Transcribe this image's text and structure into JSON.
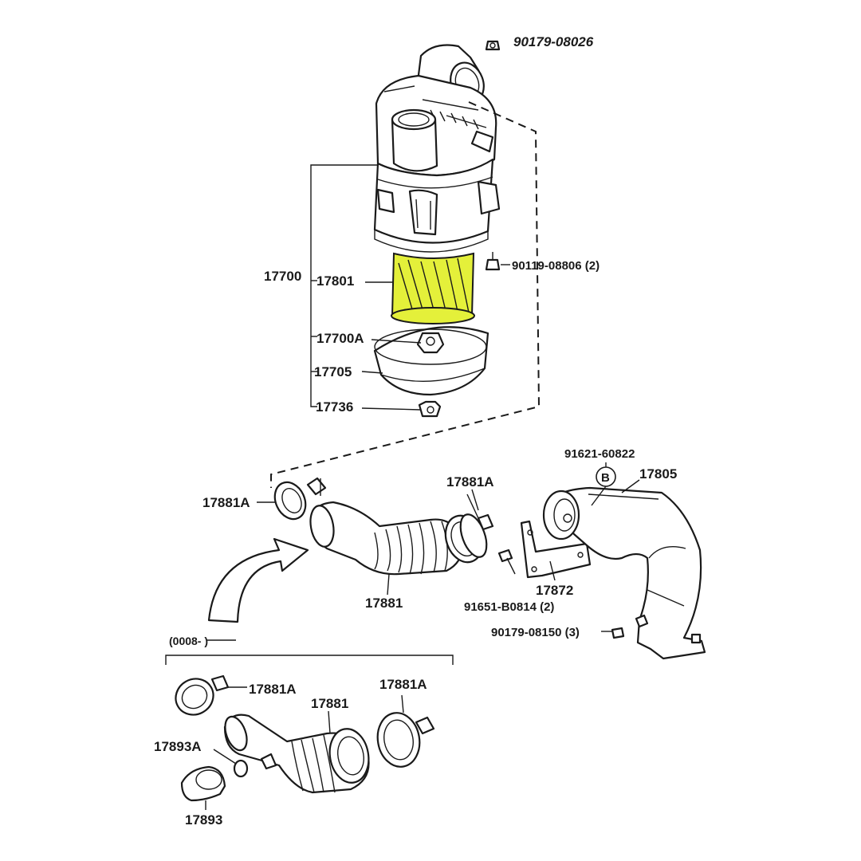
{
  "highlight_color": "#e4f03a",
  "labels": {
    "p90179_08026": "90179-08026",
    "p90119_08806": "90119-08806 (2)",
    "p17700": "17700",
    "p17801": "17801",
    "p17700A": "17700A",
    "p17705": "17705",
    "p17736": "17736",
    "p91621_60822": "91621-60822",
    "pB": "B",
    "p17805": "17805",
    "p17881A_left": "17881A",
    "p17881A_right": "17881A",
    "p17881": "17881",
    "p17872": "17872",
    "p91651_B0814": "91651-B0814 (2)",
    "p90179_08150": "90179-08150 (3)",
    "date_range": "(0008-          )",
    "p17881A_lower1": "17881A",
    "p17881A_lower2": "17881A",
    "p17881_lower": "17881",
    "p17893A": "17893A",
    "p17893": "17893"
  }
}
